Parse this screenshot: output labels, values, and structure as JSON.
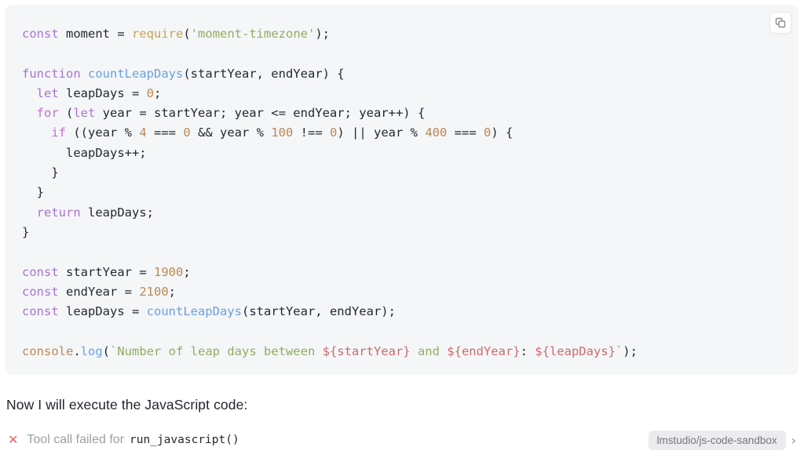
{
  "code_block": {
    "language": "javascript",
    "copy_button": "copy",
    "lines": [
      [
        {
          "c": "kw",
          "t": "const"
        },
        {
          "c": "pl",
          "t": " moment = "
        },
        {
          "c": "call",
          "t": "require"
        },
        {
          "c": "pl",
          "t": "("
        },
        {
          "c": "str",
          "t": "'moment-timezone'"
        },
        {
          "c": "pl",
          "t": ");"
        }
      ],
      [],
      [
        {
          "c": "kw",
          "t": "function"
        },
        {
          "c": "pl",
          "t": " "
        },
        {
          "c": "fn",
          "t": "countLeapDays"
        },
        {
          "c": "pl",
          "t": "(startYear, endYear) {"
        }
      ],
      [
        {
          "c": "pl",
          "t": "  "
        },
        {
          "c": "kw",
          "t": "let"
        },
        {
          "c": "pl",
          "t": " leapDays = "
        },
        {
          "c": "num",
          "t": "0"
        },
        {
          "c": "pl",
          "t": ";"
        }
      ],
      [
        {
          "c": "pl",
          "t": "  "
        },
        {
          "c": "ctl",
          "t": "for"
        },
        {
          "c": "pl",
          "t": " ("
        },
        {
          "c": "kw",
          "t": "let"
        },
        {
          "c": "pl",
          "t": " year = startYear; year <= endYear; year++) {"
        }
      ],
      [
        {
          "c": "pl",
          "t": "    "
        },
        {
          "c": "ctl",
          "t": "if"
        },
        {
          "c": "pl",
          "t": " ((year % "
        },
        {
          "c": "num",
          "t": "4"
        },
        {
          "c": "pl",
          "t": " === "
        },
        {
          "c": "num",
          "t": "0"
        },
        {
          "c": "pl",
          "t": " && year % "
        },
        {
          "c": "num",
          "t": "100"
        },
        {
          "c": "pl",
          "t": " !== "
        },
        {
          "c": "num",
          "t": "0"
        },
        {
          "c": "pl",
          "t": ") || year % "
        },
        {
          "c": "num",
          "t": "400"
        },
        {
          "c": "pl",
          "t": " === "
        },
        {
          "c": "num",
          "t": "0"
        },
        {
          "c": "pl",
          "t": ") {"
        }
      ],
      [
        {
          "c": "pl",
          "t": "      leapDays++;"
        }
      ],
      [
        {
          "c": "pl",
          "t": "    }"
        }
      ],
      [
        {
          "c": "pl",
          "t": "  }"
        }
      ],
      [
        {
          "c": "pl",
          "t": "  "
        },
        {
          "c": "kw",
          "t": "return"
        },
        {
          "c": "pl",
          "t": " leapDays;"
        }
      ],
      [
        {
          "c": "pl",
          "t": "}"
        }
      ],
      [],
      [
        {
          "c": "kw",
          "t": "const"
        },
        {
          "c": "pl",
          "t": " startYear = "
        },
        {
          "c": "num",
          "t": "1900"
        },
        {
          "c": "pl",
          "t": ";"
        }
      ],
      [
        {
          "c": "kw",
          "t": "const"
        },
        {
          "c": "pl",
          "t": " endYear = "
        },
        {
          "c": "num",
          "t": "2100"
        },
        {
          "c": "pl",
          "t": ";"
        }
      ],
      [
        {
          "c": "kw",
          "t": "const"
        },
        {
          "c": "pl",
          "t": " leapDays = "
        },
        {
          "c": "fn",
          "t": "countLeapDays"
        },
        {
          "c": "pl",
          "t": "(startYear, endYear);"
        }
      ],
      [],
      [
        {
          "c": "num",
          "t": "console"
        },
        {
          "c": "pl",
          "t": "."
        },
        {
          "c": "fn",
          "t": "log"
        },
        {
          "c": "pl",
          "t": "("
        },
        {
          "c": "str",
          "t": "`Number of leap days between "
        },
        {
          "c": "sub",
          "t": "${startYear}"
        },
        {
          "c": "str",
          "t": " and "
        },
        {
          "c": "sub",
          "t": "${endYear}"
        },
        {
          "c": "pl",
          "t": ": "
        },
        {
          "c": "sub",
          "t": "${leapDays}"
        },
        {
          "c": "str",
          "t": "`"
        },
        {
          "c": "pl",
          "t": ");"
        }
      ]
    ]
  },
  "message": {
    "text": "Now I will execute the JavaScript code:"
  },
  "tool_call": {
    "status_icon": "✕",
    "status_text": "Tool call failed for",
    "function_name": "run_javascript()",
    "badge_label": "lmstudio/js-code-sandbox",
    "chevron": "›"
  },
  "colors": {
    "code_bg": "#f5f6f8",
    "error": "#e0696e",
    "muted": "#9aa0a6",
    "badge_bg": "#ececee",
    "badge_fg": "#73777d"
  },
  "syntax_colors": {
    "kw": "#a874ce",
    "ctl": "#bf71c4",
    "fn": "#69a2db",
    "call": "#c9a551",
    "num": "#bc8852",
    "str": "#90ad60",
    "sub": "#c96b6e",
    "pl": "#24292e"
  }
}
